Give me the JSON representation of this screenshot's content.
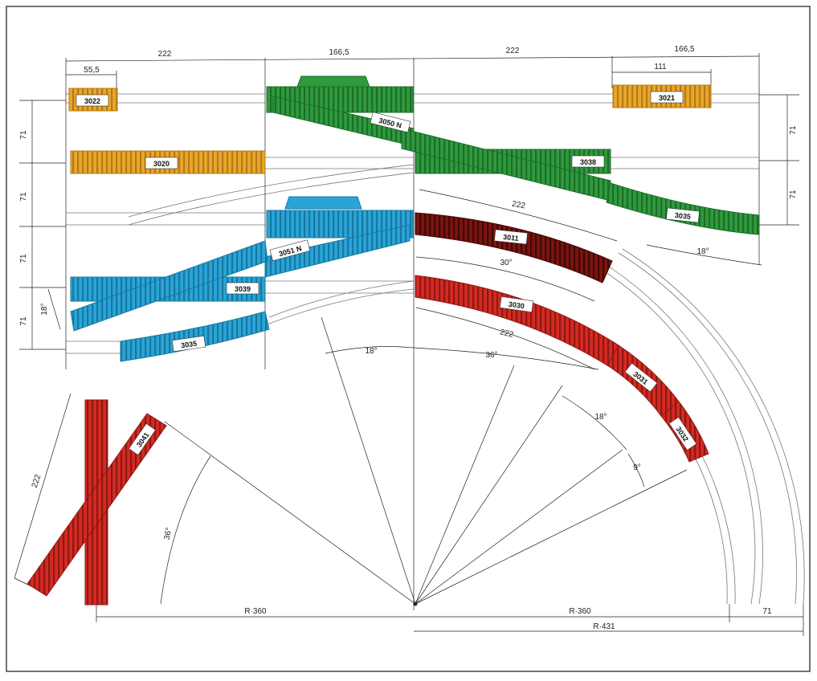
{
  "colors": {
    "yellow": "#e8a828",
    "green": "#2f9a3e",
    "blue": "#2aa4d8",
    "darkred": "#7a1410",
    "red": "#d42a22",
    "line": "#222222"
  },
  "dimensions": {
    "top_left_222": "222",
    "top_left_55": "55,5",
    "top_mid_166": "166,5",
    "top_right_222": "222",
    "top_right_166": "166,5",
    "top_right_111": "111",
    "left_71_a": "71",
    "left_71_b": "71",
    "left_71_c": "71",
    "left_71_d": "71",
    "left_18deg": "18°",
    "right_71_a": "71",
    "right_71_b": "71",
    "arc_222_a": "222",
    "arc_30deg": "30°",
    "arc_222_b": "222",
    "arc_36deg": "36°",
    "arc_18deg_center": "18°",
    "arc_18deg_right": "18°",
    "arc_9deg": "9°",
    "right_18deg": "18°",
    "cross_222": "222",
    "cross_36deg": "36°",
    "bottom_r360_left": "R·360",
    "bottom_r360_right": "R·360",
    "bottom_71": "71",
    "bottom_r431": "R·431"
  },
  "pieces": {
    "p3022": "3022",
    "p3020": "3020",
    "p3050n": "3050 N",
    "p3038": "3038",
    "p3021": "3021",
    "p3035_green": "3035",
    "p3051n": "3051 N",
    "p3011": "3011",
    "p3039": "3039",
    "p3030": "3030",
    "p3035_blue": "3035",
    "p3031": "3031",
    "p3032": "3032",
    "p3041": "3041"
  }
}
